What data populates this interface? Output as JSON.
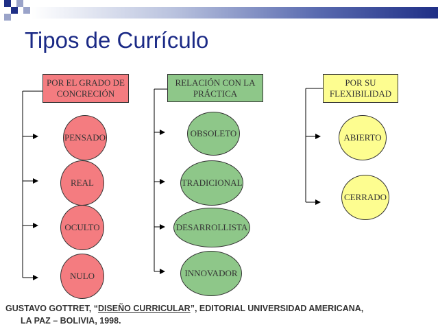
{
  "title": "Tipos de Currículo",
  "columns": [
    {
      "header": [
        "POR EL GRADO DE",
        "CONCRECIÓN"
      ],
      "items": [
        "PENSADO",
        "REAL",
        "OCULTO",
        "NULO"
      ],
      "color": "#f47c80"
    },
    {
      "header": [
        "RELACIÓN CON LA",
        "PRÁCTICA"
      ],
      "items": [
        "OBSOLETO",
        "TRADICIONAL",
        "DESARROLLISTA",
        "INNOVADOR"
      ],
      "color": "#8ec789"
    },
    {
      "header": [
        "POR SU",
        "FLEXIBILIDAD"
      ],
      "items": [
        "ABIERTO",
        "CERRADO"
      ],
      "color": "#fdfd90"
    }
  ],
  "footer": {
    "author": "GUSTAVO GOTTRET, “",
    "book": "DISEÑO CURRICULAR",
    "rest": "”, EDITORIAL UNIVERSIDAD AMERICANA,",
    "line2": "LA PAZ – BOLIVIA, 1998."
  }
}
